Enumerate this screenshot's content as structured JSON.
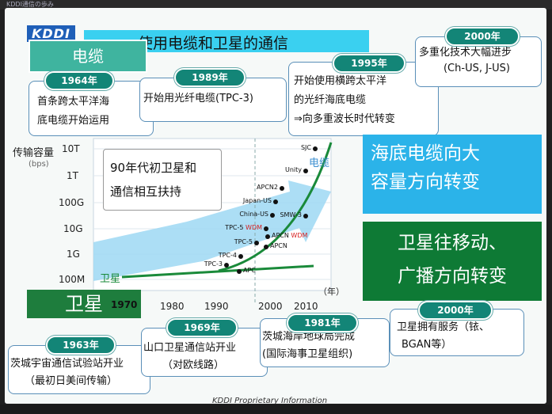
{
  "header": {
    "topstrip": "KDDI通信の歩み",
    "logo": "KDDI",
    "title": "使用电缆和卫星的通信"
  },
  "labels": {
    "cable": "电缆",
    "satellite": "卫星",
    "satellite_line": "卫星",
    "year_1970": "1970"
  },
  "cards": {
    "c1964": {
      "year": "1964年",
      "lines": [
        "首条跨太平洋海",
        "底电缆开始运用"
      ]
    },
    "c1989": {
      "year": "1989年",
      "lines": [
        "开始用光纤电缆(TPC-3)"
      ]
    },
    "c1995": {
      "year": "1995年",
      "lines": [
        "开始使用横跨太平洋",
        "的光纤海底电缆",
        "⇒向多重波长时代转变"
      ]
    },
    "c2000a": {
      "year": "2000年",
      "lines": [
        "多重化技术大幅进步",
        "(Ch-US, J-US)"
      ]
    },
    "c1963": {
      "year": "1963年",
      "lines": [
        "茨城宇宙通信试验站开业",
        "（最初日美间传输）"
      ]
    },
    "c1969": {
      "year": "1969年",
      "lines": [
        "山口卫星通信站开业",
        "（对欧线路）"
      ]
    },
    "c1981": {
      "year": "1981年",
      "lines": [
        "茨城海岸地球局完成",
        "(国际海事卫星组织)"
      ]
    },
    "c2000b": {
      "year": "2000年",
      "lines": [
        "卫星拥有服务（铱、",
        "BGAN等）"
      ]
    }
  },
  "callouts": {
    "nineties": [
      "90年代初卫星和",
      "通信相互扶持"
    ],
    "cable_shift": [
      "海底电缆向大",
      "容量方向转变"
    ],
    "sat_shift": [
      "卫星往移动、",
      "广播方向转变"
    ]
  },
  "chart": {
    "ylabel": "传输容量",
    "yunit": "(bps)",
    "yticks": [
      "10T",
      "1T",
      "100G",
      "10G",
      "1G",
      "100M"
    ],
    "xticks": [
      "1980",
      "1990",
      "2000",
      "2010"
    ],
    "xunit": "（年）",
    "curve_label": "电缆",
    "points": [
      {
        "label": "SJC"
      },
      {
        "label": "Unity"
      },
      {
        "label": "APCN2"
      },
      {
        "label": "Japan-US"
      },
      {
        "label": "China-US"
      },
      {
        "label": "SMW-3"
      },
      {
        "label": "TPC-5",
        "wdm": "WDM"
      },
      {
        "label": "APCN",
        "wdm": "WDM"
      },
      {
        "label": "TPC-5"
      },
      {
        "label": "APCN"
      },
      {
        "label": "TPC-4"
      },
      {
        "label": "TPC-3"
      },
      {
        "label": "APC"
      }
    ]
  },
  "footer": "KDDI Proprietary Information",
  "colors": {
    "teal": "#3fb49f",
    "dark_green": "#1e7d3d",
    "sky_blue": "#2bb3e9",
    "title_cyan": "#3ad0f0",
    "year_pill": "#138577",
    "curve_green": "#1a8a3a"
  }
}
